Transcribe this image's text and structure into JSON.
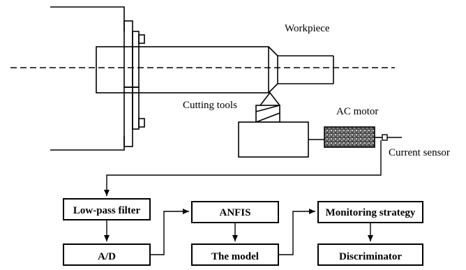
{
  "labels": {
    "workpiece": "Workpiece",
    "cutting_tools": "Cutting tools",
    "ac_motor": "AC motor",
    "current_sensor": "Current sensor"
  },
  "blocks": {
    "low_pass_filter": "Low-pass filter",
    "ad": "A/D",
    "anfis": "ANFIS",
    "the_model": "The model",
    "monitoring_strategy": "Monitoring strategy",
    "discriminator": "Discriminator"
  }
}
